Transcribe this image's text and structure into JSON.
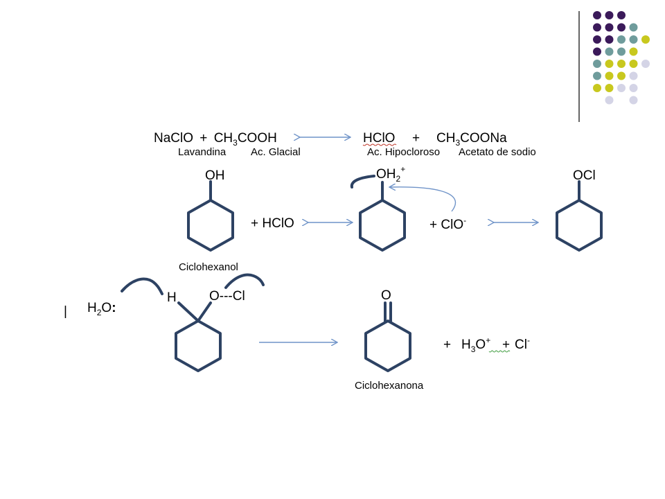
{
  "decoration": {
    "dot_colors": {
      "purple": "#3b1a5a",
      "teal": "#6f9c9c",
      "yellow": "#c8c81e",
      "lavender": "#d4d4e6"
    },
    "dot_grid": [
      [
        "purple",
        "purple",
        "purple",
        "",
        "",
        ""
      ],
      [
        "purple",
        "purple",
        "purple",
        "teal",
        "",
        ""
      ],
      [
        "purple",
        "purple",
        "teal",
        "teal",
        "yellow",
        ""
      ],
      [
        "purple",
        "teal",
        "teal",
        "yellow",
        "",
        ""
      ],
      [
        "teal",
        "yellow",
        "yellow",
        "yellow",
        "lavender",
        ""
      ],
      [
        "teal",
        "yellow",
        "yellow",
        "lavender",
        "",
        ""
      ],
      [
        "yellow",
        "yellow",
        "lavender",
        "lavender",
        "",
        ""
      ],
      [
        "",
        "lavender",
        "",
        "lavender",
        "",
        ""
      ]
    ]
  },
  "colors": {
    "structure": "#2d4263",
    "arrow": "#6f93c8",
    "text": "#000000",
    "squiggle_red": "#c0392b",
    "squiggle_green": "#3a9a3a"
  },
  "equation1": {
    "reactant_a": "NaClO",
    "plus_1": "+",
    "reactant_b_prefix": "CH",
    "reactant_b_sub": "3",
    "reactant_b_suffix": "COOH",
    "product_a": "HClO",
    "plus_2": "+",
    "product_b_prefix": "CH",
    "product_b_sub": "3",
    "product_b_suffix": "COONa",
    "label_a": "Lavandina",
    "label_b": "Ac. Glacial",
    "label_c": "Ac. Hipocloroso",
    "label_d": "Acetato de sodio"
  },
  "equation2": {
    "reactant_group": "OH",
    "reagent": "+ HClO",
    "reactant_name": "Ciclohexanol",
    "intermediate_group_prefix": "OH",
    "intermediate_group_sub": "2",
    "intermediate_group_sup": "+",
    "nucleophile_prefix": "+ ClO",
    "nucleophile_sup": "-",
    "product_group": "OCl"
  },
  "equation3": {
    "marker": "|",
    "water_prefix": "H",
    "water_sub": "2",
    "water_suffix": "O",
    "water_pair": ":",
    "h_label": "H",
    "ocl_label": "O---Cl",
    "product_group": "O",
    "byproducts_plus_1": "+",
    "hydronium_prefix": "H",
    "hydronium_sub": "3",
    "hydronium_mid": "O",
    "hydronium_sup": "+",
    "byproducts_plus_2": "+",
    "chloride_prefix": "Cl",
    "chloride_sup": "-",
    "product_name": "Ciclohexanona"
  }
}
